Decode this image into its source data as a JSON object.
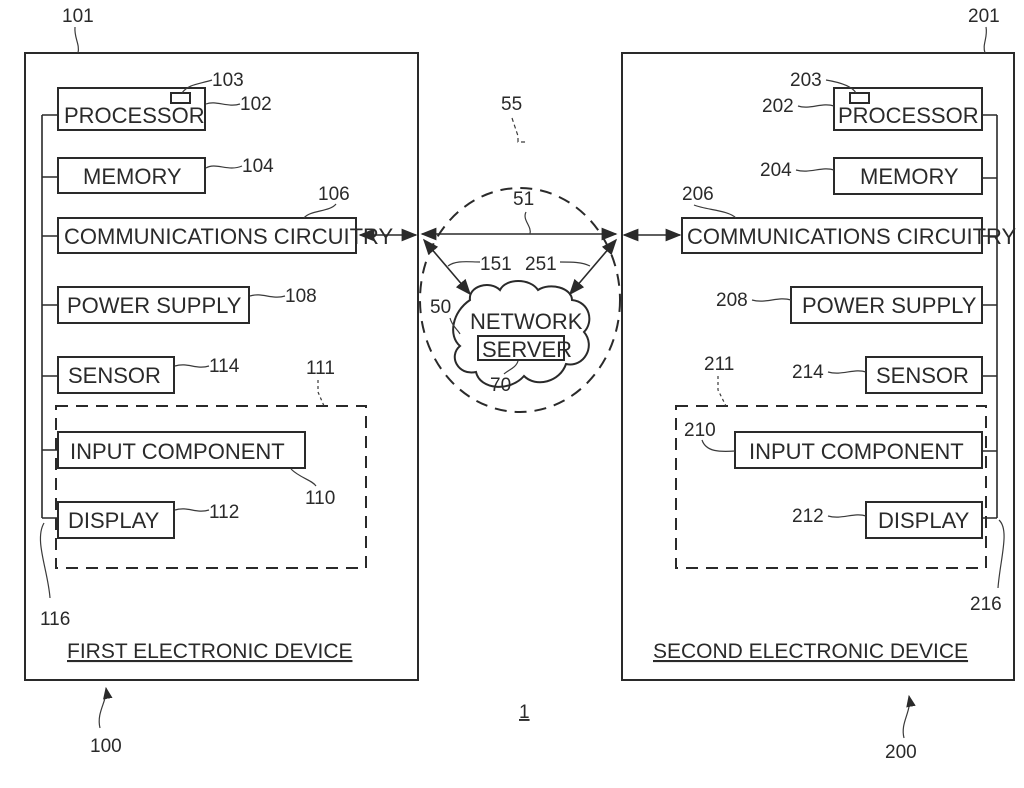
{
  "figure": {
    "figure_ref": "1",
    "first_device": {
      "ref": "100",
      "housing_ref": "101",
      "title": "FIRST ELECTRONIC DEVICE",
      "bus_ref": "116",
      "io_group_ref": "111",
      "components": {
        "processor": {
          "label": "PROCESSOR",
          "ref": "102",
          "sub_ref": "103"
        },
        "memory": {
          "label": "MEMORY",
          "ref": "104"
        },
        "comms": {
          "label": "COMMUNICATIONS CIRCUITRY",
          "ref": "106"
        },
        "power": {
          "label": "POWER SUPPLY",
          "ref": "108"
        },
        "sensor": {
          "label": "SENSOR",
          "ref": "114"
        },
        "input": {
          "label": "INPUT COMPONENT",
          "ref": "110"
        },
        "display": {
          "label": "DISPLAY",
          "ref": "112"
        }
      }
    },
    "second_device": {
      "ref": "200",
      "housing_ref": "201",
      "title": "SECOND ELECTRONIC DEVICE",
      "bus_ref": "216",
      "io_group_ref": "211",
      "components": {
        "processor": {
          "label": "PROCESSOR",
          "ref": "202",
          "sub_ref": "203"
        },
        "memory": {
          "label": "MEMORY",
          "ref": "204"
        },
        "comms": {
          "label": "COMMUNICATIONS CIRCUITRY",
          "ref": "206"
        },
        "power": {
          "label": "POWER SUPPLY",
          "ref": "208"
        },
        "sensor": {
          "label": "SENSOR",
          "ref": "214"
        },
        "input": {
          "label": "INPUT COMPONENT",
          "ref": "210"
        },
        "display": {
          "label": "DISPLAY",
          "ref": "212"
        }
      }
    },
    "network": {
      "region_ref": "55",
      "direct_link_ref": "51",
      "link1_ref": "151",
      "link2_ref": "251",
      "cloud_ref": "50",
      "cloud_label": "NETWORK",
      "server_label": "SERVER",
      "server_ref": "70"
    }
  }
}
